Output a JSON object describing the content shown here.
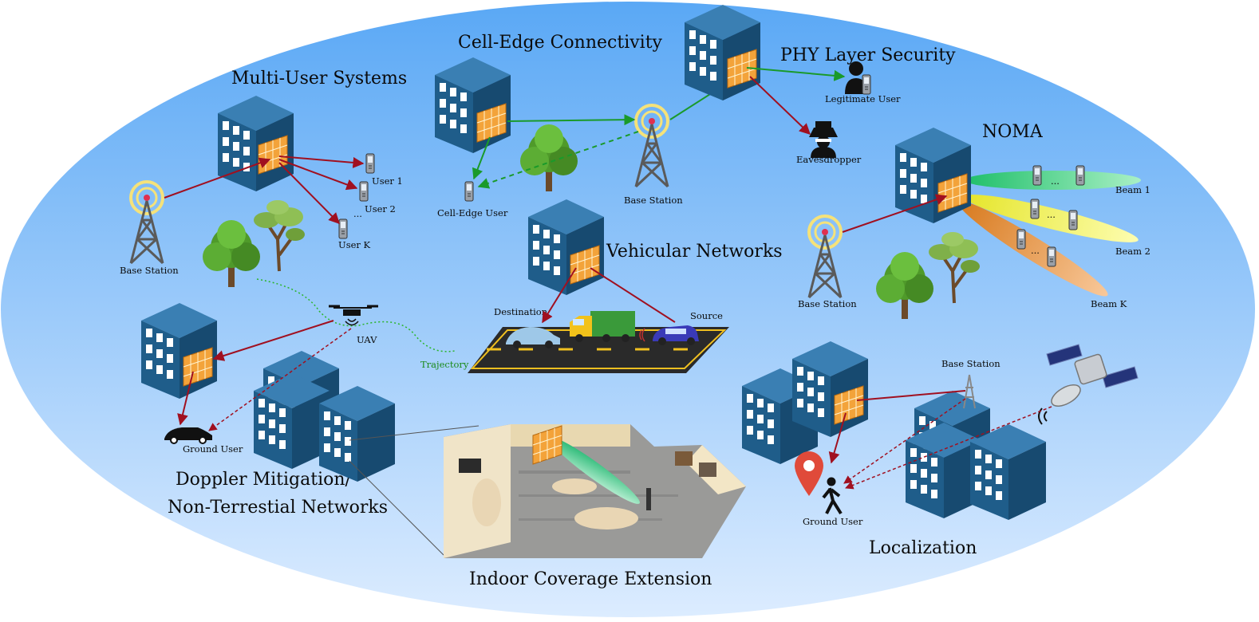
{
  "titles": {
    "multi_user": "Multi-User Systems",
    "cell_edge": "Cell-Edge Connectivity",
    "phy_security": "PHY Layer Security",
    "noma": "NOMA",
    "vehicular": "Vehicular Networks",
    "doppler_line1": "Doppler Mitigation/",
    "doppler_line2": "Non-Terrestial Networks",
    "indoor": "Indoor Coverage Extension",
    "localization": "Localization"
  },
  "labels": {
    "mu_base_station": "Base Station",
    "mu_user1": "User 1",
    "mu_user2": "User 2",
    "mu_userk": "User K",
    "mu_dots": "...",
    "ce_user": "Cell-Edge User",
    "ce_base_station": "Base Station",
    "phy_legit": "Legitimate User",
    "phy_eaves": "Eavesdropper",
    "noma_beam1": "Beam 1",
    "noma_beam2": "Beam 2",
    "noma_beamk": "Beam K",
    "noma_base_station": "Base Station",
    "noma_dots": "...",
    "veh_destination": "Destination",
    "veh_source": "Source",
    "uav": "UAV",
    "trajectory": "Trajectory",
    "ntn_ground_user": "Ground User",
    "loc_base_station": "Base Station",
    "loc_ground_user": "Ground User"
  },
  "colors": {
    "ellipse_top": "#5aa8f5",
    "ellipse_bottom": "#d8eaff",
    "building": "#1f5d8a",
    "building_top": "#3a7fb3",
    "window": "#ffffff",
    "ris_panel": "#f3a33a",
    "link_red": "#a01020",
    "link_green": "#1a9a2a",
    "tower": "#555555",
    "antenna_ring": "#f5e27a"
  }
}
